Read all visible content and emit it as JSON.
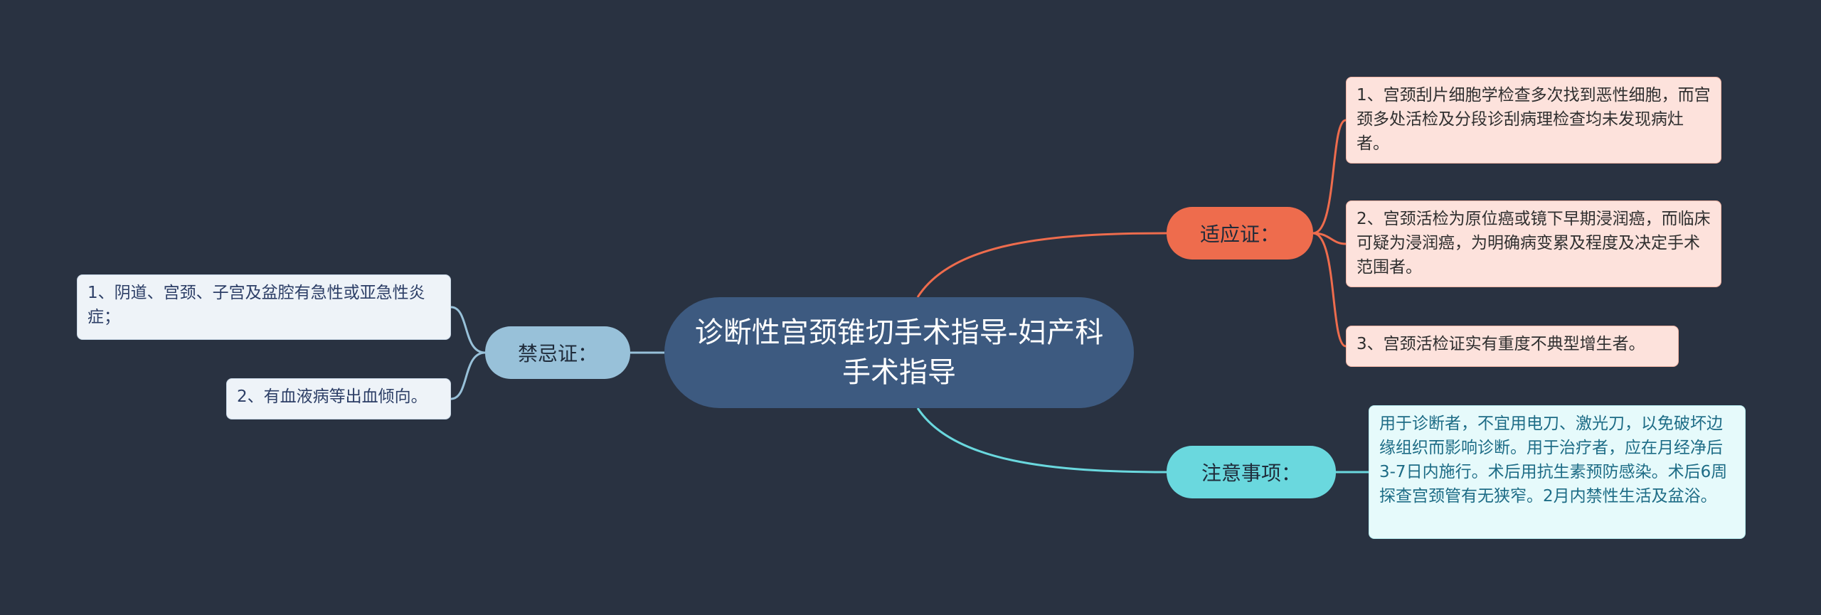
{
  "center": {
    "title": "诊断性宫颈锥切手术指导-妇产科手术指导"
  },
  "branches": {
    "indications": {
      "label": "适应证：",
      "color": "#ee6c4d",
      "items": [
        "1、宫颈刮片细胞学检查多次找到恶性细胞，而宫颈多处活检及分段诊刮病理检查均未发现病灶者。",
        "2、宫颈活检为原位癌或镜下早期浸润癌，而临床可疑为浸润癌，为明确病变累及程度及决定手术范围者。",
        "3、宫颈活检证实有重度不典型增生者。"
      ]
    },
    "notes": {
      "label": "注意事项：",
      "color": "#6ad8de",
      "items": [
        "用于诊断者，不宜用电刀、激光刀，以免破坏边缘组织而影响诊断。用于治疗者，应在月经净后3-7日内施行。术后用抗生素预防感染。术后6周探查宫颈管有无狭窄。2月内禁性生活及盆浴。"
      ]
    },
    "contraindications": {
      "label": "禁忌证：",
      "color": "#98c1d9",
      "items": [
        "1、阴道、宫颈、子宫及盆腔有急性或亚急性炎症；",
        "2、有血液病等出血倾向。"
      ]
    }
  }
}
